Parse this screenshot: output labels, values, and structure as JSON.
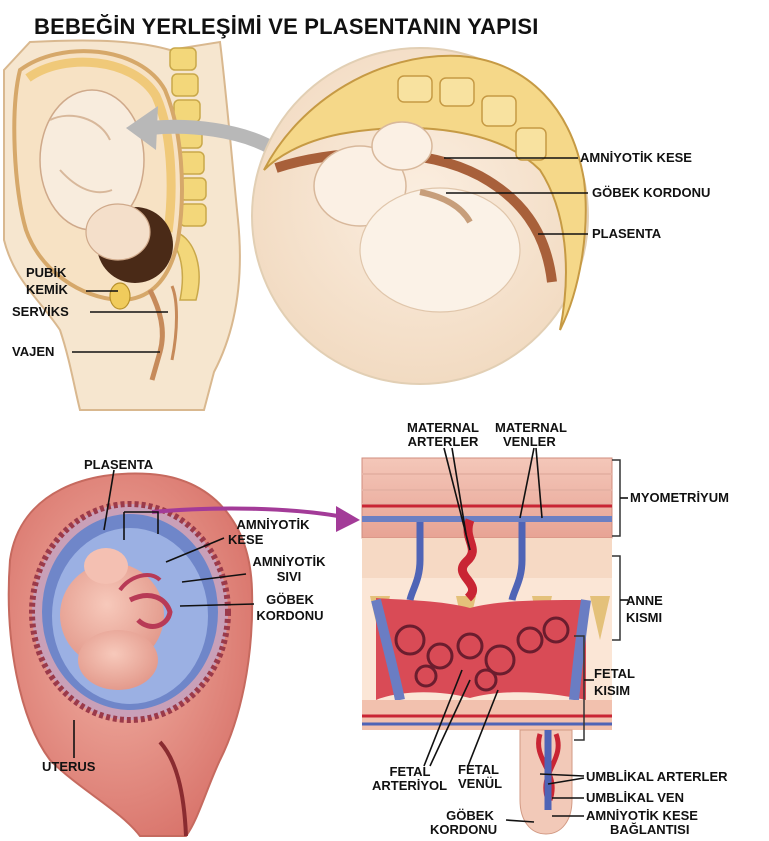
{
  "title": "BEBEĞİN YERLEŞİMİ VE PLASENTANIN YAPISI",
  "top": {
    "amniyotik_kese": "AMNİYOTİK KESE",
    "gobek_kordonu": "GÖBEK KORDONU",
    "plasenta": "PLASENTA",
    "pubik_1": "PUBİK",
    "pubik_2": "KEMİK",
    "serviks": "SERVİKS",
    "vajen": "VAJEN"
  },
  "left": {
    "plasenta": "PLASENTA",
    "amniyotik_kese_1": "AMNİYOTİK",
    "amniyotik_kese_2": "KESE",
    "amniyotik_sivi_1": "AMNİYOTİK",
    "amniyotik_sivi_2": "SIVI",
    "gobek_1": "GÖBEK",
    "gobek_2": "KORDONU",
    "uterus": "UTERUS"
  },
  "right": {
    "maternal_arter_1": "MATERNAL",
    "maternal_arter_2": "ARTERLER",
    "maternal_ven_1": "MATERNAL",
    "maternal_ven_2": "VENLER",
    "myometriyum": "MYOMETRİYUM",
    "anne_1": "ANNE",
    "anne_2": "KISMI",
    "fetal_1": "FETAL",
    "fetal_2": "KISIM",
    "fetal_arteriyol_1": "FETAL",
    "fetal_arteriyol_2": "ARTERİYOL",
    "fetal_venul_1": "FETAL",
    "fetal_venul_2": "VENÜL",
    "umblikal_arterler": "UMBLİKAL ARTERLER",
    "umblikal_ven": "UMBLİKAL VEN",
    "amn_baglanti_1": "AMNİYOTİK KESE",
    "amn_baglanti_2": "BAĞLANTISI",
    "gobek_1": "GÖBEK",
    "gobek_2": "KORDONU"
  }
}
